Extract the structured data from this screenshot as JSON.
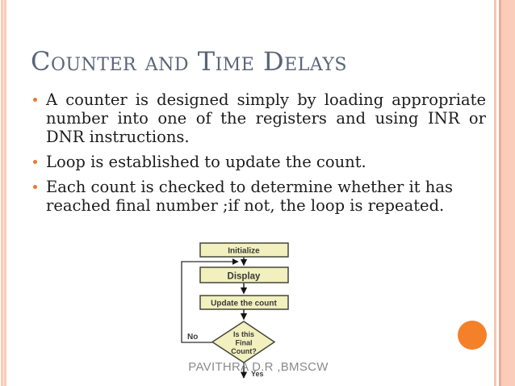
{
  "theme": {
    "accent_orange": "#f4802a",
    "border_peach": "#f8cdb9",
    "border_salmon": "#efac8e",
    "title_color": "#5a6577",
    "body_text_color": "#1c1c1c",
    "bullet_dot_color": "#e87a2e",
    "node_fill": "#f1f0be",
    "node_border": "#45453a",
    "footer_color": "#8a8a8a"
  },
  "slide": {
    "title": "Counter and Time Delays",
    "bullets": [
      {
        "lines": [
          "A counter is designed simply by loading appropriate",
          "number into one of the registers and using INR or",
          "DNR instructions."
        ]
      },
      {
        "lines": [
          "Loop is established to update the count."
        ]
      },
      {
        "lines": [
          "Each count is checked to determine whether it has",
          "reached final number ;if not, the loop is repeated."
        ]
      }
    ],
    "footer": "PAVITHRA D.R ,BMSCW"
  },
  "flowchart": {
    "nodes": {
      "initialize": "Initialize",
      "display": "Display",
      "update": "Update the count",
      "decision_line1": "Is this",
      "decision_line2": "Final",
      "decision_line3": "Count?"
    },
    "labels": {
      "no": "No",
      "yes": "Yes"
    }
  }
}
